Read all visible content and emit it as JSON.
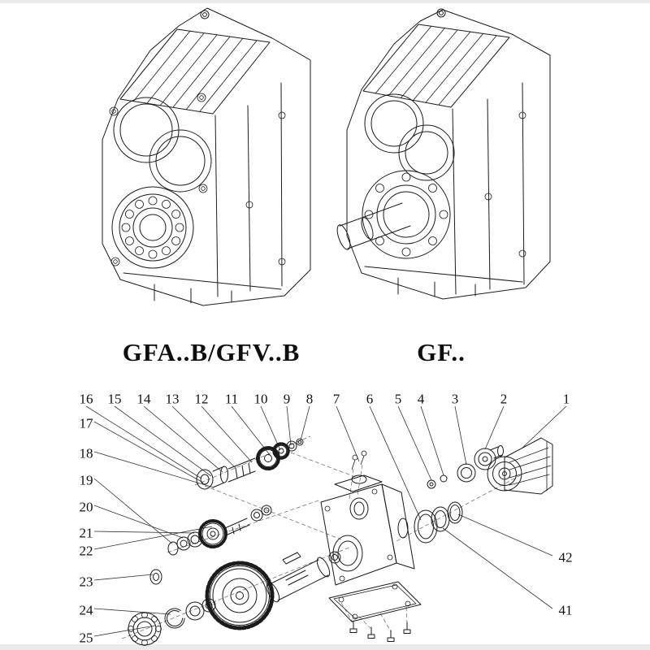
{
  "page": {
    "background": "#ffffff",
    "line_color": "#1b1b1b"
  },
  "figures": {
    "left_label": "GFA..B/GFV..B",
    "right_label": "GF.."
  },
  "parts": {
    "top": [
      "16",
      "15",
      "14",
      "13",
      "12",
      "11",
      "10",
      "9",
      "8",
      "7",
      "6",
      "5",
      "4",
      "3",
      "2",
      "1"
    ],
    "left": [
      "17",
      "18",
      "19",
      "20",
      "21",
      "22",
      "23",
      "24",
      "25"
    ],
    "right": [
      "42",
      "41"
    ]
  }
}
